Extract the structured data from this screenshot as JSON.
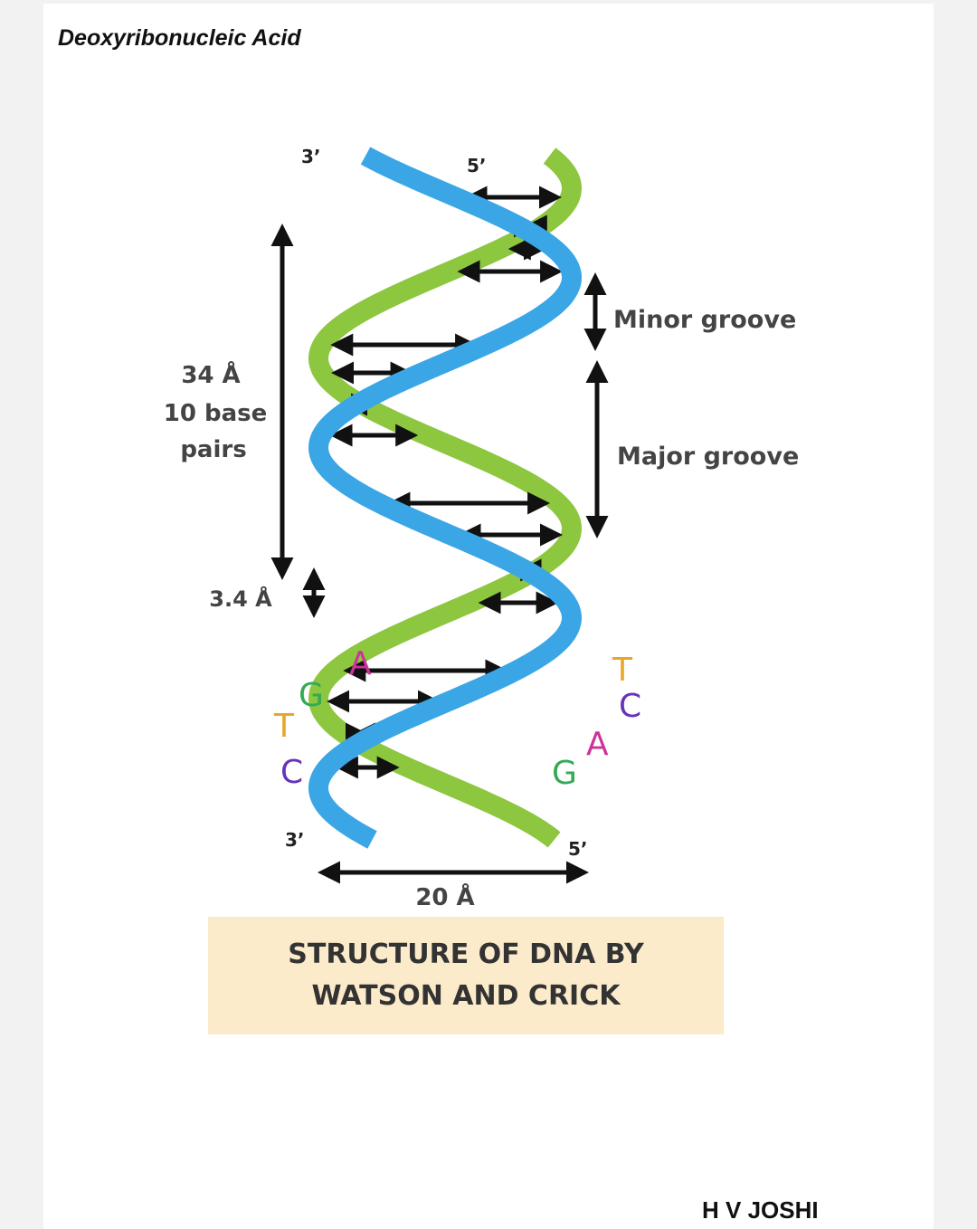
{
  "document": {
    "title": "Deoxyribonucleic Acid",
    "author": "H V JOSHI"
  },
  "diagram": {
    "caption": [
      "STRUCTURE OF DNA BY",
      "WATSON AND CRICK"
    ],
    "end_labels": {
      "top_left": "3’",
      "top_right": "5’",
      "bottom_left": "3’",
      "bottom_right": "5’"
    },
    "measurements": {
      "turn_length": "34 Å",
      "base_pairs_line1": "10 base",
      "base_pairs_line2": "pairs",
      "rise_per_base": "3.4 Å",
      "diameter": "20 Å"
    },
    "grooves": {
      "minor": "Minor groove",
      "major": "Major groove"
    },
    "bases_left": [
      "A",
      "G",
      "T",
      "C"
    ],
    "bases_right": [
      "T",
      "C",
      "A",
      "G"
    ],
    "colors": {
      "strand_blue": "#3aa6e6",
      "strand_green": "#8dc63f",
      "base_A": "#cc3399",
      "base_G": "#33aa55",
      "base_T": "#e8a628",
      "base_C": "#6633bb",
      "caption_bg": "#fbebca"
    }
  }
}
